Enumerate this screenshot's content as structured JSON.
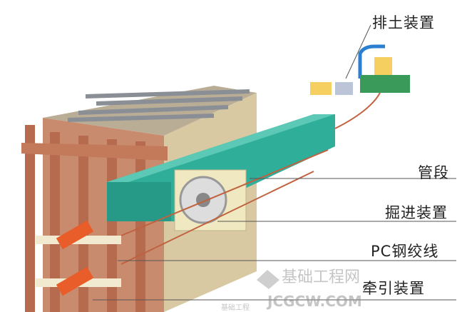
{
  "labels": {
    "soil_removal": "排土装置",
    "pipe_segment": "管段",
    "excavation": "掘进装置",
    "pc_strand": "PC钢绞线",
    "traction": "牵引装置"
  },
  "watermark": {
    "site_name": "基础工程网",
    "site_url": "JCGCW.COM",
    "small_text": "基础工程"
  }
}
